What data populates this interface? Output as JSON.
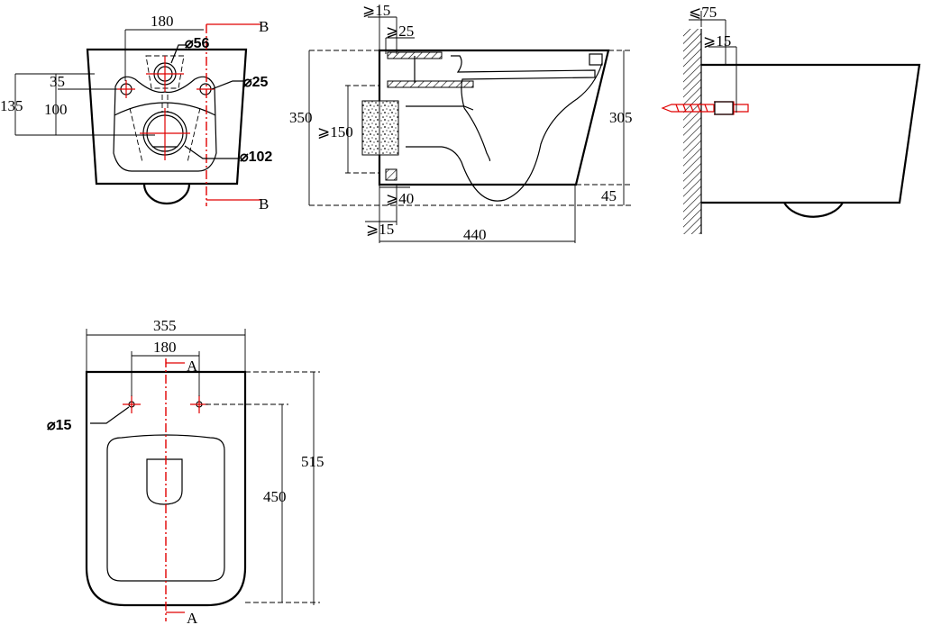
{
  "front_view": {
    "dim_holes_spacing": "180",
    "dim_outlet_diameter": "⌀56",
    "dim_bolt_hole_diameter": "⌀25",
    "dim_waste_diameter": "⌀102",
    "dim_35": "35",
    "dim_100": "100",
    "dim_135": "135",
    "section_label_top": "B",
    "section_label_bottom": "B"
  },
  "side_section": {
    "dim_wall_gap_top": "⩾15",
    "dim_inlet": "⩾25",
    "dim_height_total": "350",
    "dim_height_body": "305",
    "dim_waste_zone": "⩾150",
    "dim_bottom_gap": "⩾40",
    "dim_wall_gap_bottom": "⩾15",
    "dim_base_offset": "45",
    "dim_depth": "440"
  },
  "wall_view": {
    "dim_wall_max": "⩽75",
    "dim_bolt_min": "⩾15"
  },
  "plan_view": {
    "dim_width": "355",
    "dim_holes_spacing": "180",
    "dim_hole_diameter": "⌀15",
    "dim_length": "515",
    "dim_hole_to_front": "450",
    "section_label_top": "A",
    "section_label_bottom": "A"
  },
  "colors": {
    "line": "#000000",
    "centerline": "#e00000"
  }
}
